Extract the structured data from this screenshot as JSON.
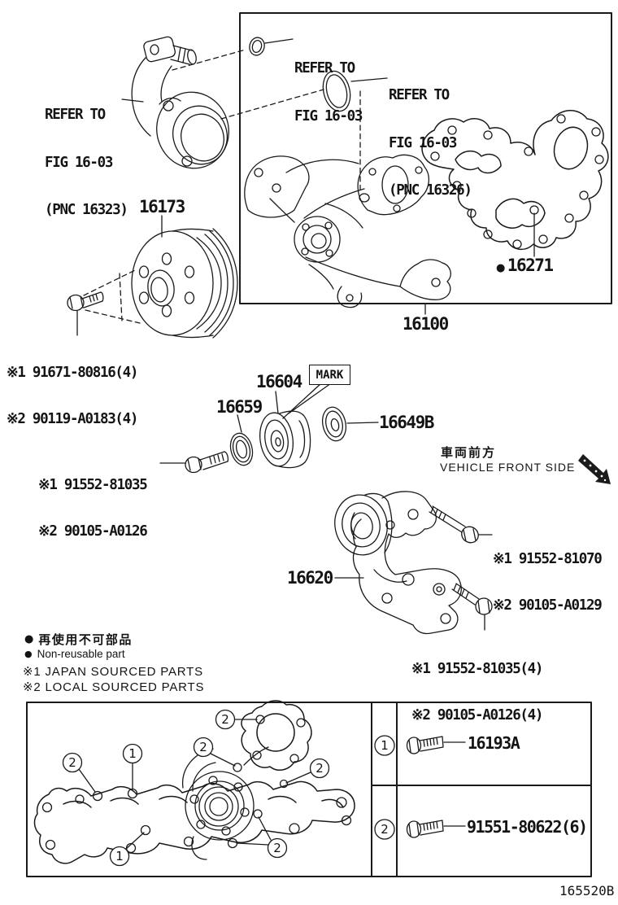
{
  "figure_code": "165520B",
  "refs": {
    "inlet": {
      "l1": "REFER TO",
      "l2": "FIG 16-03",
      "l3": "(PNC 16323)"
    },
    "oring_small": {
      "l1": "REFER TO",
      "l2": "FIG 16-03"
    },
    "oring_large": {
      "l1": "REFER TO",
      "l2": "FIG 16-03",
      "l3": "(PNC 16326)"
    }
  },
  "parts": {
    "pulley": "16173",
    "pump_assembly": "16100",
    "gasket": "16271",
    "gasket_bullet": "●",
    "idler_washer": "16659",
    "idler_pulley": "16604",
    "mark": "MARK",
    "idler_cover": "16649B",
    "tensioner": "16620"
  },
  "fasteners": {
    "pulley_bolt": [
      "※1 91671-80816(4)",
      "※2 90119-A0183(4)"
    ],
    "idler_bolt": [
      "※1 91552-81035",
      "※2 90105-A0126"
    ],
    "tensioner_bolt_upper": [
      "※1 91552-81070",
      "※2 90105-A0129"
    ],
    "tensioner_bolt_lower": [
      "※1 91552-81035(4)",
      "※2 90105-A0126(4)"
    ]
  },
  "direction": {
    "jp": "車両前方",
    "en": "VEHICLE FRONT SIDE"
  },
  "notes": {
    "bullet": "●",
    "nonreusable_jp": "再使用不可部品",
    "nonreusable_en": "Non-reusable part",
    "japan_sourced": "※1 JAPAN SOURCED PARTS",
    "local_sourced": "※2 LOCAL SOURCED PARTS"
  },
  "legend": {
    "rows": [
      {
        "num": "1",
        "part": "16193A"
      },
      {
        "num": "2",
        "part": "91551-80622(6)"
      }
    ]
  },
  "callouts": [
    {
      "n": "2"
    },
    {
      "n": "2"
    },
    {
      "n": "1"
    },
    {
      "n": "2"
    },
    {
      "n": "2"
    },
    {
      "n": "1"
    },
    {
      "n": "2"
    }
  ],
  "colors": {
    "ink": "#1a1a1a",
    "paper": "#ffffff"
  }
}
